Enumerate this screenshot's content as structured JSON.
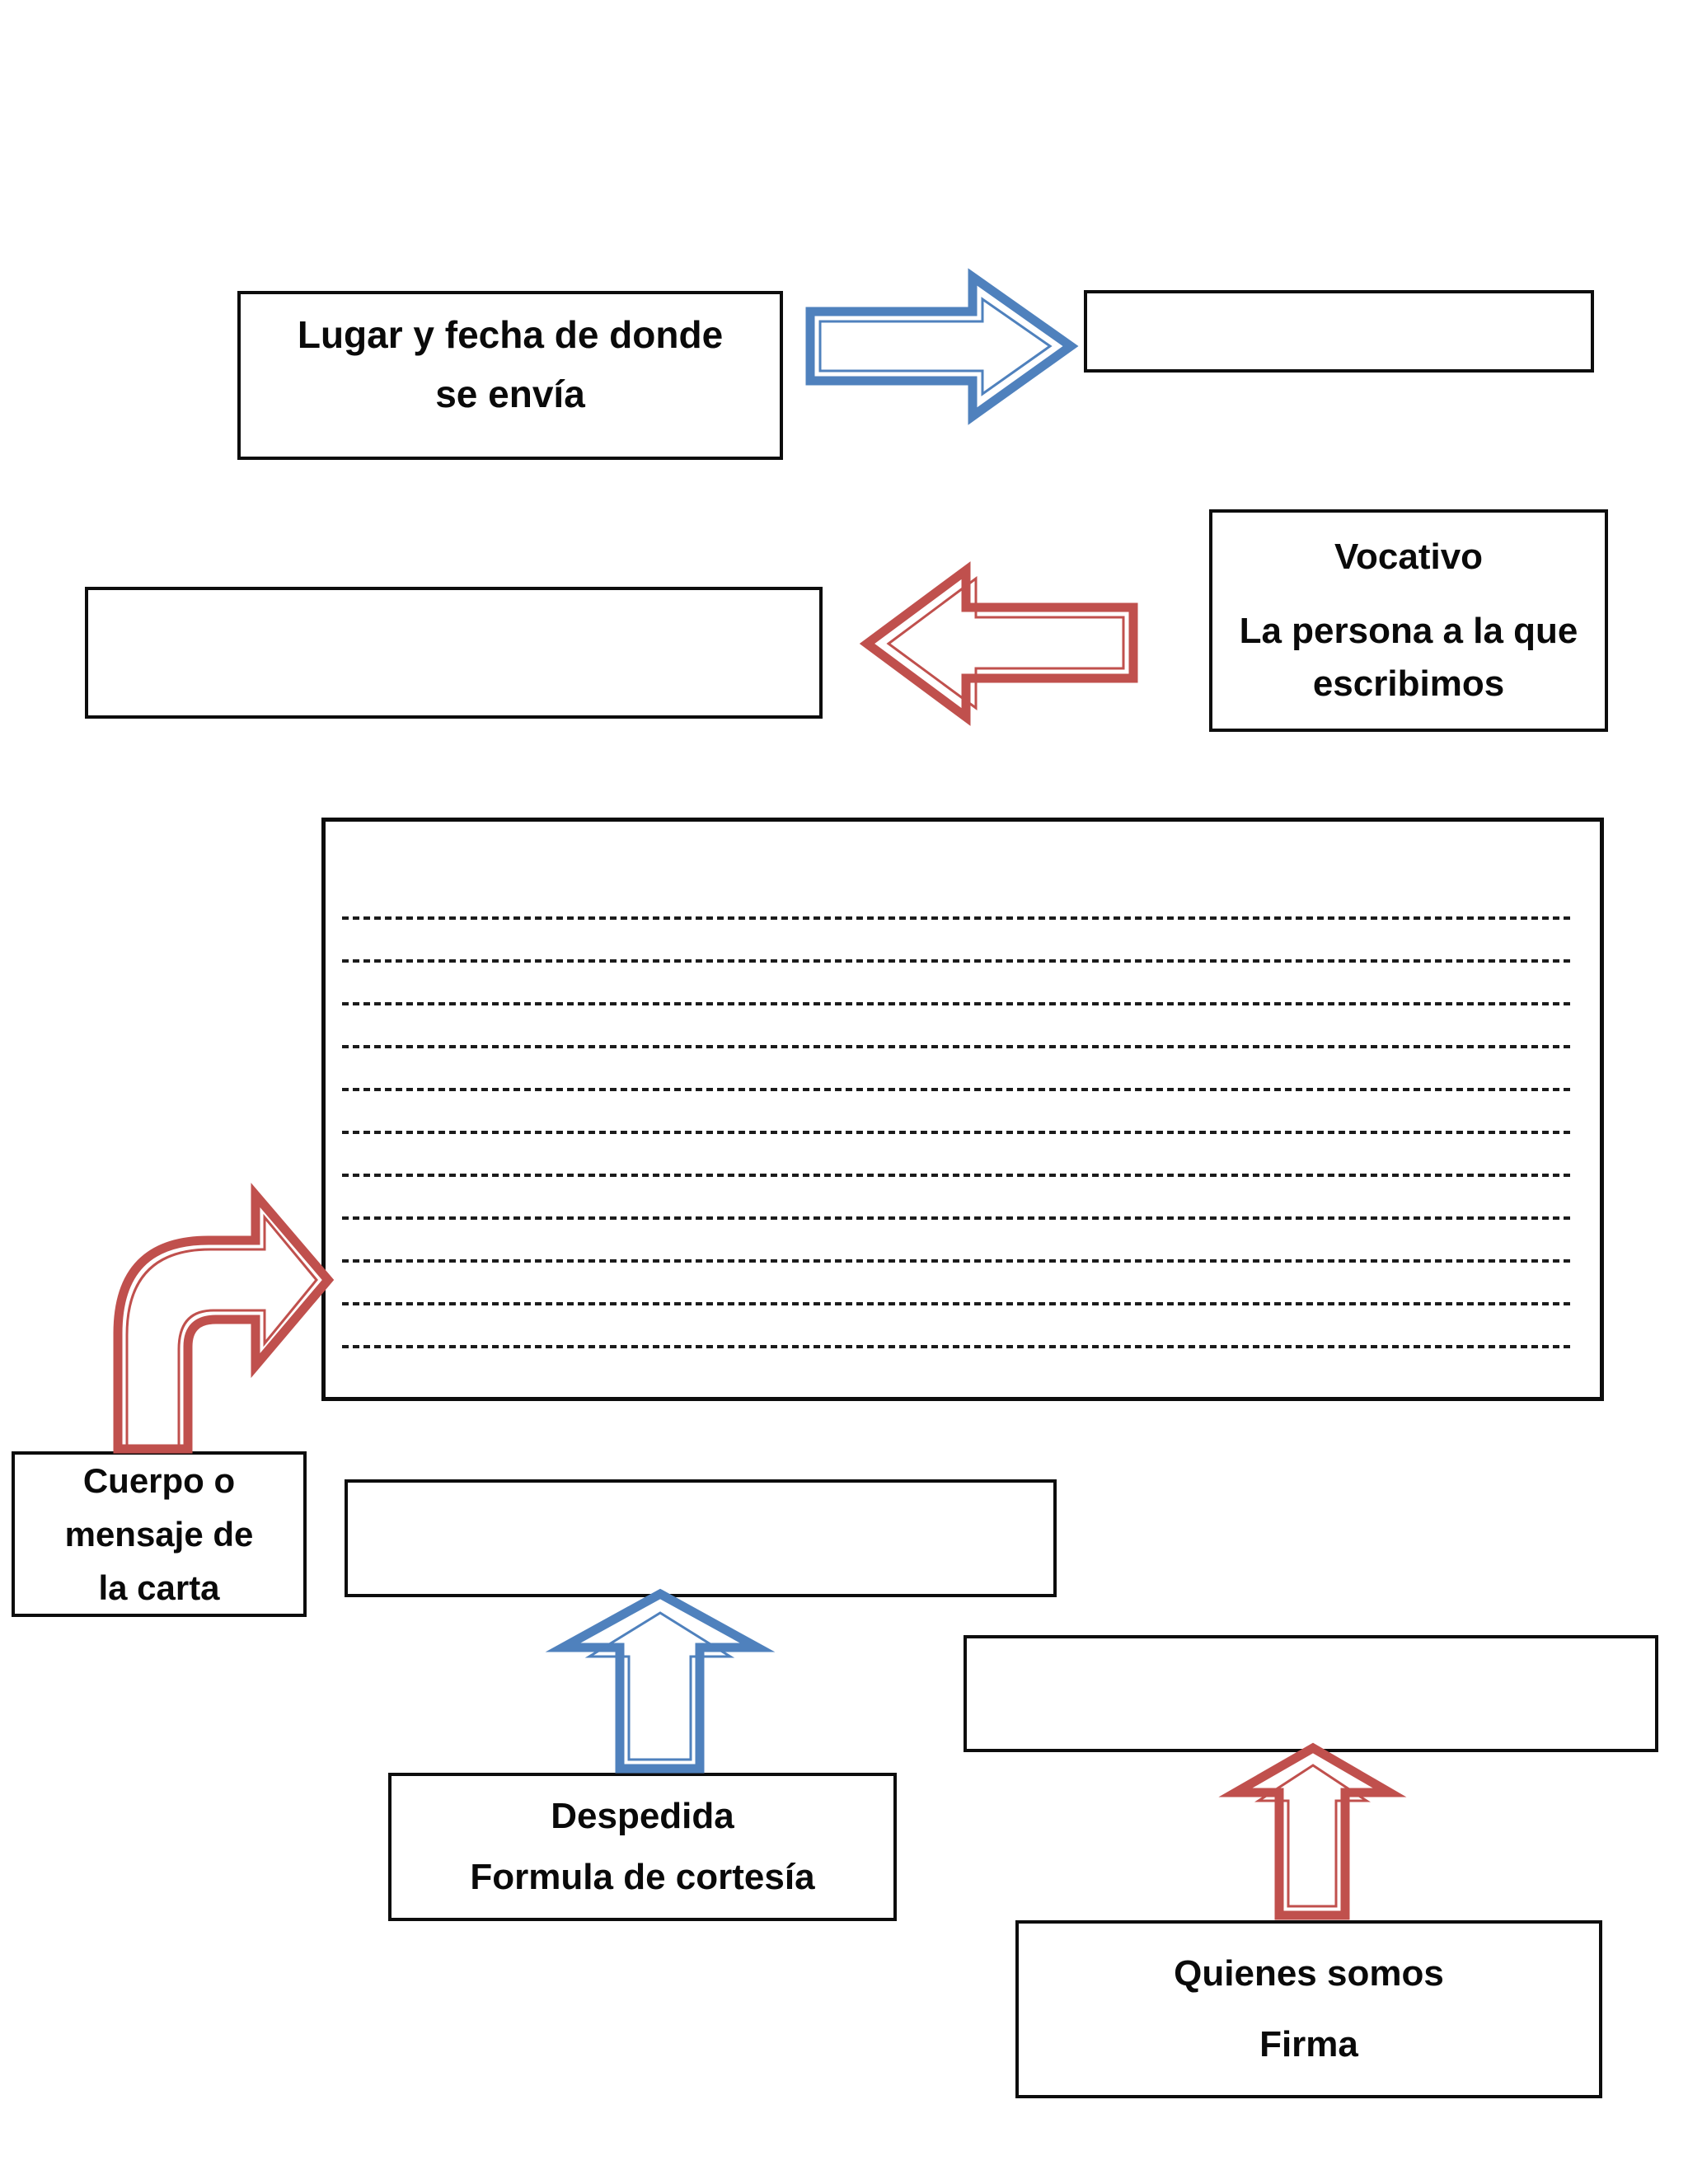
{
  "colors": {
    "blue": "#4F81BD",
    "red": "#C0504D",
    "border": "#0d0d0d",
    "text": "#0a0a0a"
  },
  "labels": {
    "lugar_line1": "Lugar y fecha de donde",
    "lugar_line2": "se envía",
    "vocativo_title": "Vocativo",
    "vocativo_line1": "La persona a la que",
    "vocativo_line2": "escribimos",
    "cuerpo_line1": "Cuerpo o",
    "cuerpo_line2": "mensaje de",
    "cuerpo_line3": "la carta",
    "despedida_line1": "Despedida",
    "despedida_line2": "Formula de cortesía",
    "quienes_line1": "Quienes somos",
    "quienes_line2": "Firma"
  }
}
